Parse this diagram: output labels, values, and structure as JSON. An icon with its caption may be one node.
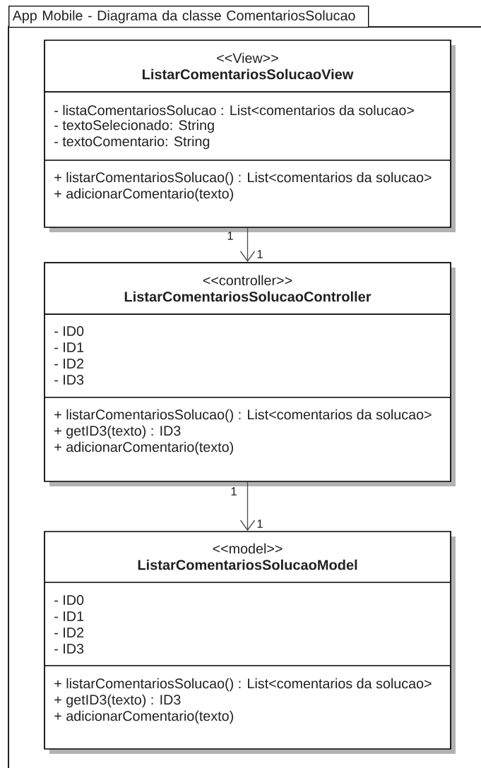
{
  "diagram": {
    "nodes": [
      {
        "text": [
          "App Mobile - Diagrama da classe ComentariosSolucao"
        ]
      },
      {
        "text": [
          "<<View>>",
          "ListarComentariosSolucaoView",
          "- listaComentariosSolucao : List<comentarios da solucao>",
          "- textoSelecionado: String",
          "- textoComentario: String",
          "+ listarComentariosSolucao() : List<comentarios da solucao>",
          "+ adicionarComentario(texto)"
        ],
        "in": 0
      },
      {
        "text": [
          "<<controller>>",
          "ListarComentariosSolucaoController",
          "- ID0",
          "- ID1",
          "- ID2",
          "- ID3",
          "+ listarComentariosSolucao() : List<comentarios da solucao>",
          "+ getID3(texto) : ID3",
          "+ adicionarComentario(texto)"
        ],
        "in": 0
      },
      {
        "text": [
          "<<model>>",
          "ListarComentariosSolucaoModel",
          "- ID0",
          "- ID1",
          "- ID2",
          "- ID3",
          "+ listarComentariosSolucao() : List<comentarios da solucao>",
          "+ getID3(texto) : ID3",
          "+ adicionarComentario(texto)"
        ],
        "in": 0
      }
    ],
    "edges": [
      {
        "from": 1,
        "to": 2,
        "arrow": "to"
      },
      {
        "from": 2,
        "to": 3,
        "arrow": "to"
      }
    ],
    "labels": [
      "1",
      "1",
      "1",
      "1"
    ]
  }
}
